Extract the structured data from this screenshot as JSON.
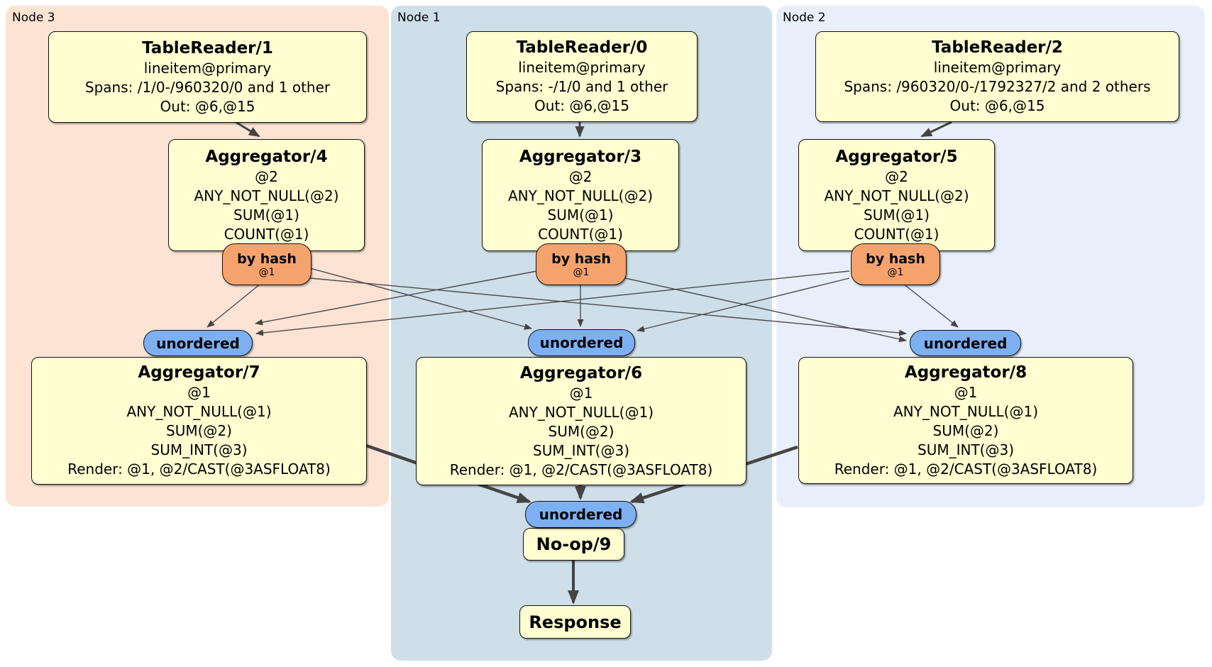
{
  "regions": {
    "node3": {
      "label": "Node 3"
    },
    "node1": {
      "label": "Node 1"
    },
    "node2": {
      "label": "Node 2"
    }
  },
  "processors": {
    "tr1": {
      "title": "TableReader/1",
      "lines": [
        "lineitem@primary",
        "Spans: /1/0-/960320/0 and 1 other",
        "Out: @6,@15"
      ]
    },
    "tr0": {
      "title": "TableReader/0",
      "lines": [
        "lineitem@primary",
        "Spans: -/1/0 and 1 other",
        "Out: @6,@15"
      ]
    },
    "tr2": {
      "title": "TableReader/2",
      "lines": [
        "lineitem@primary",
        "Spans: /960320/0-/1792327/2 and 2 others",
        "Out: @6,@15"
      ]
    },
    "agg4": {
      "title": "Aggregator/4",
      "lines": [
        "@2",
        "ANY_NOT_NULL(@2)",
        "SUM(@1)",
        "COUNT(@1)"
      ]
    },
    "agg3": {
      "title": "Aggregator/3",
      "lines": [
        "@2",
        "ANY_NOT_NULL(@2)",
        "SUM(@1)",
        "COUNT(@1)"
      ]
    },
    "agg5": {
      "title": "Aggregator/5",
      "lines": [
        "@2",
        "ANY_NOT_NULL(@2)",
        "SUM(@1)",
        "COUNT(@1)"
      ]
    },
    "agg7": {
      "title": "Aggregator/7",
      "lines": [
        "@1",
        "ANY_NOT_NULL(@1)",
        "SUM(@2)",
        "SUM_INT(@3)",
        "Render: @1, @2/CAST(@3ASFLOAT8)"
      ]
    },
    "agg6": {
      "title": "Aggregator/6",
      "lines": [
        "@1",
        "ANY_NOT_NULL(@1)",
        "SUM(@2)",
        "SUM_INT(@3)",
        "Render: @1, @2/CAST(@3ASFLOAT8)"
      ]
    },
    "agg8": {
      "title": "Aggregator/8",
      "lines": [
        "@1",
        "ANY_NOT_NULL(@1)",
        "SUM(@2)",
        "SUM_INT(@3)",
        "Render: @1, @2/CAST(@3ASFLOAT8)"
      ]
    },
    "noop": {
      "title": "No-op/9"
    },
    "response": {
      "title": "Response"
    }
  },
  "routers": {
    "left": {
      "label": "by hash",
      "sub": "@1"
    },
    "center": {
      "label": "by hash",
      "sub": "@1"
    },
    "right": {
      "label": "by hash",
      "sub": "@1"
    }
  },
  "syncs": {
    "left": {
      "label": "unordered"
    },
    "center": {
      "label": "unordered"
    },
    "right": {
      "label": "unordered"
    },
    "bottom": {
      "label": "unordered"
    }
  },
  "edges": [
    {
      "from": "tr1",
      "to": "agg4"
    },
    {
      "from": "tr0",
      "to": "agg3"
    },
    {
      "from": "tr2",
      "to": "agg5"
    },
    {
      "from": "router-left",
      "to": "sync-left"
    },
    {
      "from": "router-left",
      "to": "sync-center"
    },
    {
      "from": "router-left",
      "to": "sync-right"
    },
    {
      "from": "router-center",
      "to": "sync-left"
    },
    {
      "from": "router-center",
      "to": "sync-center"
    },
    {
      "from": "router-center",
      "to": "sync-right"
    },
    {
      "from": "router-right",
      "to": "sync-left"
    },
    {
      "from": "router-right",
      "to": "sync-center"
    },
    {
      "from": "router-right",
      "to": "sync-right"
    },
    {
      "from": "agg7",
      "to": "sync-bottom"
    },
    {
      "from": "agg6",
      "to": "sync-bottom"
    },
    {
      "from": "agg8",
      "to": "sync-bottom"
    },
    {
      "from": "noop",
      "to": "response"
    }
  ],
  "colors": {
    "node3_bg": "#fce3d4",
    "node1_bg": "#cfdfe9",
    "node2_bg": "#e9effa",
    "box_bg": "#ffffd1",
    "router_bg": "#f5a36d",
    "sync_bg": "#7cb0f3",
    "edge": "#444444",
    "text": "#000000"
  }
}
